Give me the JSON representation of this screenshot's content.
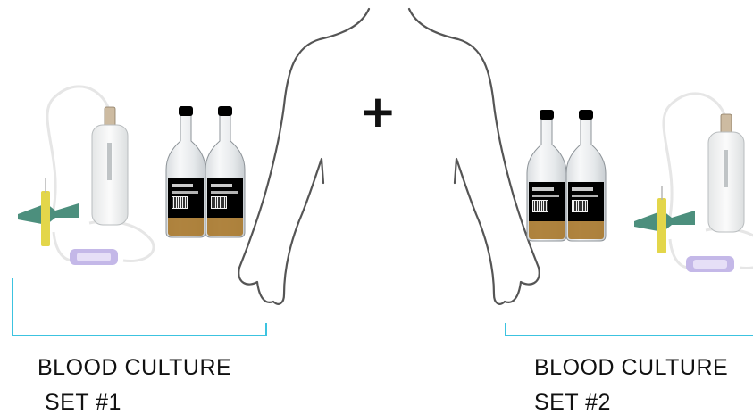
{
  "symbol": "+",
  "colors": {
    "bracket": "#3cc3e0",
    "outline": "#555555",
    "tubing": "#e9e9e9",
    "wing": "#4c8f7d",
    "needle_hub": "#e3d64a",
    "connector": "#c4b8e8",
    "cap_left": "#c03fbf",
    "cap_right": "#2f8fd8",
    "label_left": "#8b68c9",
    "label_right": "#33b6d9",
    "broth": "#a7772a"
  },
  "sets": [
    {
      "line1": "BLOOD CULTURE",
      "line2": "SET #1"
    },
    {
      "line1": "BLOOD CULTURE",
      "line2": "SET #2"
    }
  ]
}
